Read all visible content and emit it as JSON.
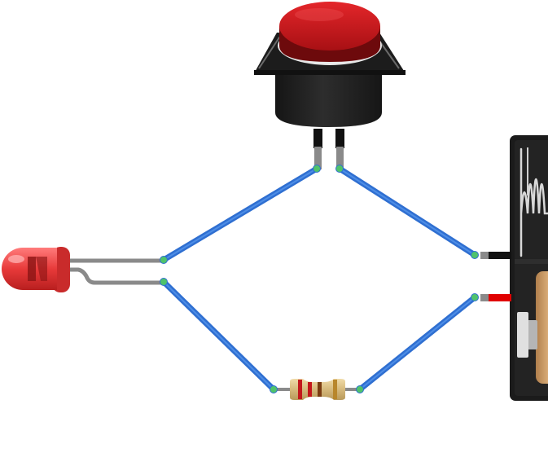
{
  "diagram": {
    "type": "breadboard-circuit",
    "components": [
      {
        "id": "led",
        "kind": "led",
        "color": "red",
        "icon": "led-icon"
      },
      {
        "id": "button",
        "kind": "pushbutton",
        "color": "red",
        "icon": "pushbutton-icon"
      },
      {
        "id": "resistor",
        "kind": "resistor",
        "bands": [
          "red",
          "red",
          "brown",
          "gold"
        ],
        "icon": "resistor-icon"
      },
      {
        "id": "battery",
        "kind": "battery-holder",
        "icon": "battery-icon"
      }
    ],
    "wires": [
      {
        "id": "wire-led-button",
        "from": "led",
        "to": "button"
      },
      {
        "id": "wire-button-battery",
        "from": "button",
        "to": "battery"
      },
      {
        "id": "wire-led-resistor",
        "from": "led",
        "to": "resistor"
      },
      {
        "id": "wire-resistor-battery",
        "from": "resistor",
        "to": "battery"
      }
    ],
    "colors": {
      "wire": "#2f6fd1",
      "wire_highlight": "#5b9bf0",
      "endpoint": "#4fc36b",
      "lead": "#8a8a8a",
      "led_body": "#e83a3a",
      "button_cap": "#c8171a",
      "button_body": "#222222",
      "battery_case": "#1b1b1b",
      "battery_cell": "#c89a66",
      "lead_red": "#e00000",
      "lead_black": "#111111",
      "resistor_body": "#d9bf86"
    }
  }
}
